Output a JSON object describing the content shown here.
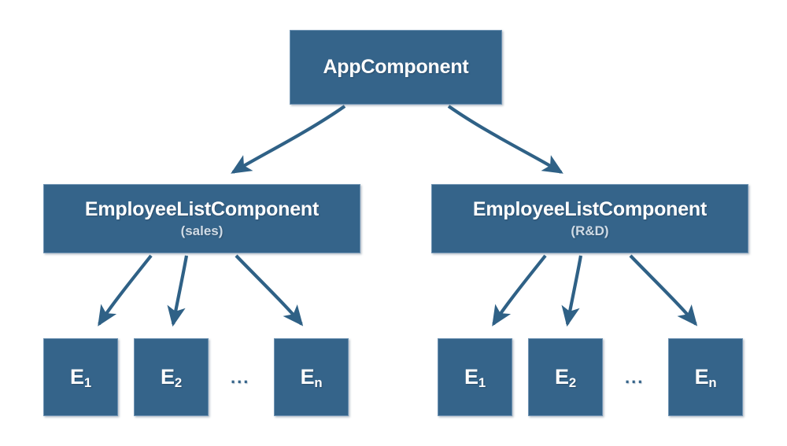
{
  "diagram": {
    "type": "component-tree",
    "palette": {
      "node_fill": "#35648a",
      "node_border": "#6f93b3",
      "node_text": "#ffffff",
      "subtitle_text": "#cfdbe6",
      "edge_stroke": "#2f6186",
      "background": "#ffffff"
    },
    "root": {
      "title": "AppComponent"
    },
    "branches": [
      {
        "id": "sales",
        "title": "EmployeeListComponent",
        "subtitle": "(sales)",
        "ellipsis": "...",
        "leaves": [
          {
            "base": "E",
            "sub": "1"
          },
          {
            "base": "E",
            "sub": "2"
          },
          {
            "base": "E",
            "sub": "n"
          }
        ]
      },
      {
        "id": "rnd",
        "title": "EmployeeListComponent",
        "subtitle": "(R&D)",
        "ellipsis": "...",
        "leaves": [
          {
            "base": "E",
            "sub": "1"
          },
          {
            "base": "E",
            "sub": "2"
          },
          {
            "base": "E",
            "sub": "n"
          }
        ]
      }
    ]
  }
}
